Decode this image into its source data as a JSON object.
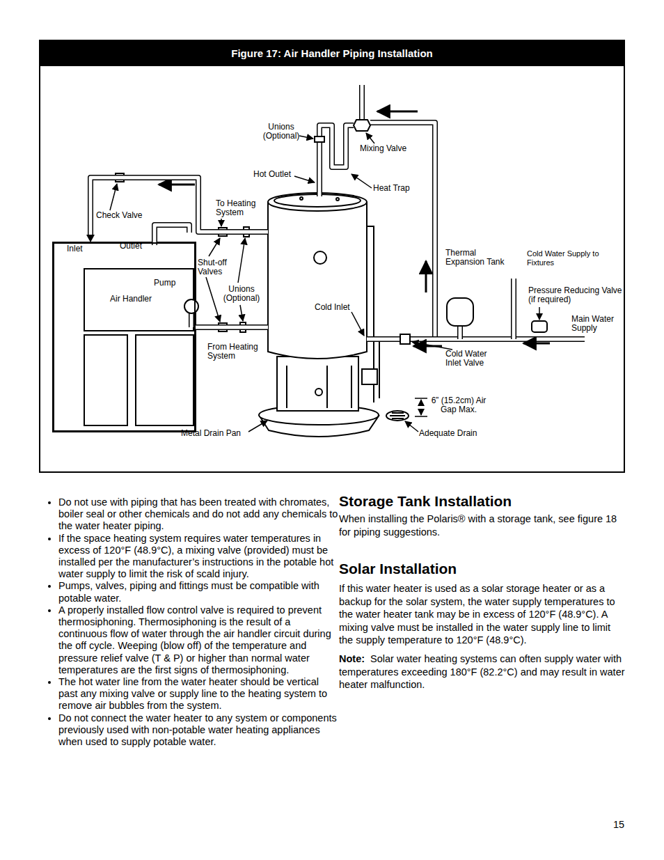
{
  "diagram": {
    "title": "Figure 17: Air Handler Piping Installation",
    "nodes": [
      {
        "text": [
          "Air Handler"
        ]
      },
      {
        "text": [
          "Cold Inlet"
        ]
      }
    ],
    "edges": [
      {
        "from": 1,
        "to": 0,
        "arrow": "to"
      },
      {
        "from": 0,
        "to": 1,
        "arrow": "none"
      }
    ],
    "labels": [
      "Unions (Optional)",
      "Mixing Valve",
      "Hot Outlet",
      "Heat Trap",
      "Check Valve",
      "To Heating System",
      "Inlet",
      "Outlet",
      "Pump",
      "Shut-off Valves",
      "Unions (Optional)",
      "Thermal Expansion Tank",
      "Cold Water Supply to Fixtures",
      "Pressure Reducing Valve (if required)",
      "Main Water Supply",
      "From Heating System",
      "Cold Water Inlet Valve",
      "6” (15.2cm) Air Gap Max.",
      "Metal Drain Pan",
      "Adequate Drain",
      "Do not use with piping that has been treated with chromates, boiler seal or other chemicals and do not add any chemicals to the water heater piping.",
      "If the space heating system requires water temperatures in excess of 120°F (48.9°C), a mixing valve (provided) must be installed per the manufacturer’s instructions in the potable hot water supply to limit the risk of scald injury.",
      "Pumps, valves, piping and fittings must be compatible with potable water.",
      "A properly installed flow control valve is required to prevent thermosiphoning. Thermosiphoning is the result of a continuous flow of water through the air handler circuit during the off cycle. Weeping (blow off) of the temperature and pressure relief valve (T & P) or higher than normal water temperatures are the first signs of thermosiphoning.",
      "The hot water line from the water heater should be vertical past any mixing valve or supply line to the heating system to remove air bubbles from the system.",
      "Do not connect the water heater to any system or components previously used with non-potable water heating appliances when used to supply potable water.",
      "Storage Tank Installation",
      "When installing the Polaris® with a storage tank, see figure 18 for piping suggestions.",
      "Solar Installation",
      "If this water heater is used as a solar storage heater or as a backup for the solar system, the water supply temperatures to the water heater tank may be in excess of 120°F (48.9°C). A mixing valve must be installed in the water supply line to limit the supply temperature to 120°F (48.9°C).",
      "Note:",
      "Solar water heating systems can often supply water with temperatures exceeding 180°F (82.2°C) and may result in water heater malfunction.",
      "15"
    ]
  }
}
